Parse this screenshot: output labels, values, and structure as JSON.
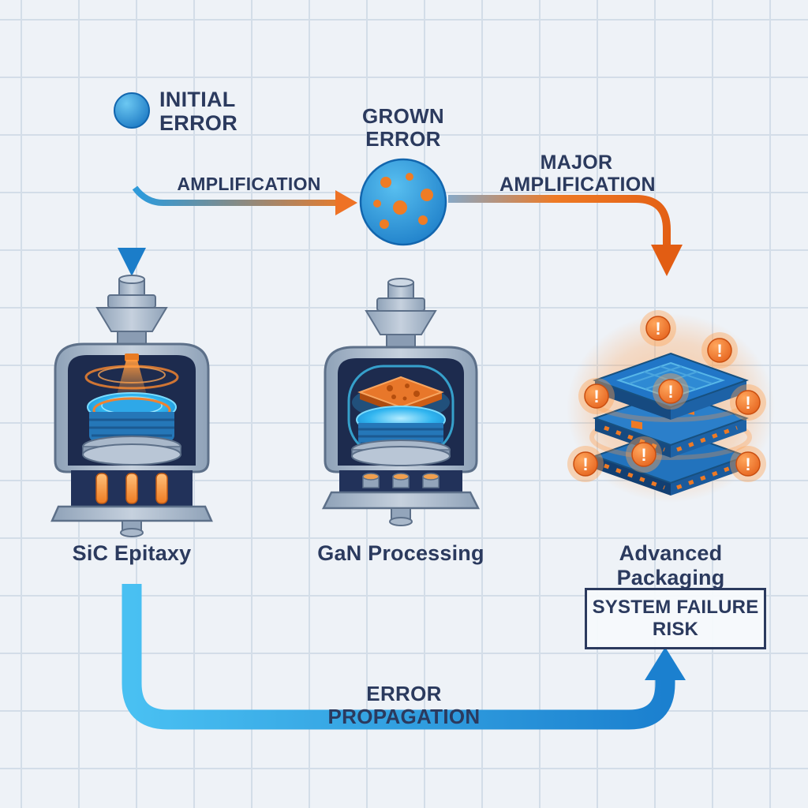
{
  "colors": {
    "blue": "#1b80cf",
    "light_blue": "#49c0f2",
    "orange": "#ee7225",
    "navy": "#2b3a5e",
    "background": "#eef2f7",
    "grid": "#d3dde8"
  },
  "flow": {
    "initial_error_line1": "INITIAL",
    "initial_error_line2": "ERROR",
    "amplification_label": "AMPLIFICATION",
    "grown_error_line1": "GROWN",
    "grown_error_line2": "ERROR",
    "major_amplification_line1": "MAJOR",
    "major_amplification_line2": "AMPLIFICATION",
    "error_propagation_label": "ERROR PROPAGATION"
  },
  "stages": [
    {
      "label": "SiC Epitaxy"
    },
    {
      "label": "GaN Processing"
    },
    {
      "label": "Advanced Packaging"
    }
  ],
  "risk_box": {
    "line1": "SYSTEM FAILURE",
    "line2": "RISK"
  },
  "icons": {
    "warning_glyph": "!"
  }
}
